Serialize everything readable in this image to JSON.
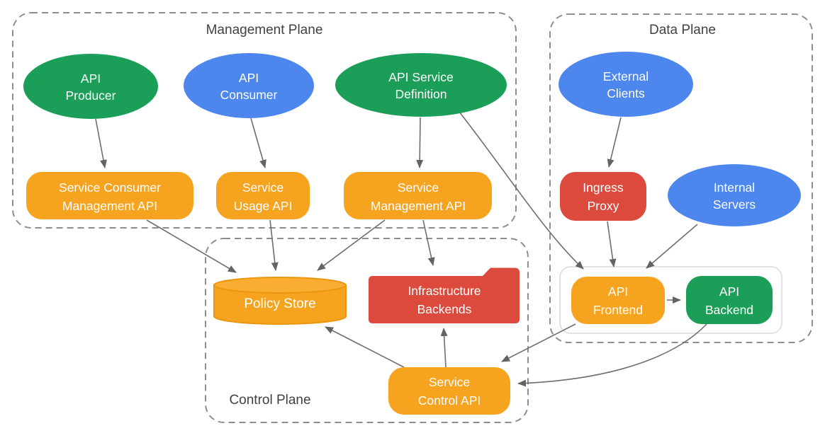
{
  "colors": {
    "green": "#1a9e58",
    "blue": "#4d86ec",
    "orange": "#f6a41f",
    "red": "#db4a3c",
    "plane_border": "#8e8e8e",
    "plane_label_text": "#3f4245",
    "arrow": "#6e6e6e",
    "node_text": "#ffffff",
    "group_border": "#d8dadd"
  },
  "planes": {
    "management": {
      "label": "Management Plane"
    },
    "data": {
      "label": "Data Plane"
    },
    "control": {
      "label": "Control Plane"
    }
  },
  "nodes": {
    "api_producer": {
      "lines": [
        "API",
        "Producer"
      ],
      "shape": "ellipse",
      "color": "green"
    },
    "api_consumer": {
      "lines": [
        "API",
        "Consumer"
      ],
      "shape": "ellipse",
      "color": "blue"
    },
    "api_service_definition": {
      "lines": [
        "API Service",
        "Definition"
      ],
      "shape": "ellipse",
      "color": "green"
    },
    "service_consumer_management_api": {
      "lines": [
        "Service Consumer",
        "Management API"
      ],
      "shape": "rounded-rect",
      "color": "orange"
    },
    "service_usage_api": {
      "lines": [
        "Service",
        "Usage API"
      ],
      "shape": "rounded-rect",
      "color": "orange"
    },
    "service_management_api": {
      "lines": [
        "Service",
        "Management API"
      ],
      "shape": "rounded-rect",
      "color": "orange"
    },
    "external_clients": {
      "lines": [
        "External",
        "Clients"
      ],
      "shape": "ellipse",
      "color": "blue"
    },
    "ingress_proxy": {
      "lines": [
        "Ingress",
        "Proxy"
      ],
      "shape": "rounded-rect",
      "color": "red"
    },
    "internal_servers": {
      "lines": [
        "Internal",
        "Servers"
      ],
      "shape": "ellipse",
      "color": "blue"
    },
    "api_frontend": {
      "lines": [
        "API",
        "Frontend"
      ],
      "shape": "rounded-rect",
      "color": "orange"
    },
    "api_backend": {
      "lines": [
        "API",
        "Backend"
      ],
      "shape": "rounded-rect",
      "color": "green"
    },
    "policy_store": {
      "lines": [
        "Policy Store"
      ],
      "shape": "cylinder",
      "color": "orange"
    },
    "infrastructure_backends": {
      "lines": [
        "Infrastructure",
        "Backends"
      ],
      "shape": "folder",
      "color": "red"
    },
    "service_control_api": {
      "lines": [
        "Service",
        "Control API"
      ],
      "shape": "rounded-rect",
      "color": "orange"
    }
  },
  "edges": [
    {
      "from": "api_producer",
      "to": "service_consumer_management_api"
    },
    {
      "from": "api_consumer",
      "to": "service_usage_api"
    },
    {
      "from": "api_service_definition",
      "to": "service_management_api"
    },
    {
      "from": "api_service_definition",
      "to": "api_frontend"
    },
    {
      "from": "service_consumer_management_api",
      "to": "policy_store"
    },
    {
      "from": "service_usage_api",
      "to": "policy_store"
    },
    {
      "from": "service_management_api",
      "to": "policy_store"
    },
    {
      "from": "service_management_api",
      "to": "infrastructure_backends"
    },
    {
      "from": "external_clients",
      "to": "ingress_proxy"
    },
    {
      "from": "ingress_proxy",
      "to": "api_frontend"
    },
    {
      "from": "internal_servers",
      "to": "api_frontend"
    },
    {
      "from": "api_frontend",
      "to": "api_backend"
    },
    {
      "from": "service_control_api",
      "to": "policy_store"
    },
    {
      "from": "service_control_api",
      "to": "infrastructure_backends"
    },
    {
      "from": "api_frontend",
      "to": "service_control_api"
    },
    {
      "from": "api_backend",
      "to": "service_control_api"
    }
  ]
}
